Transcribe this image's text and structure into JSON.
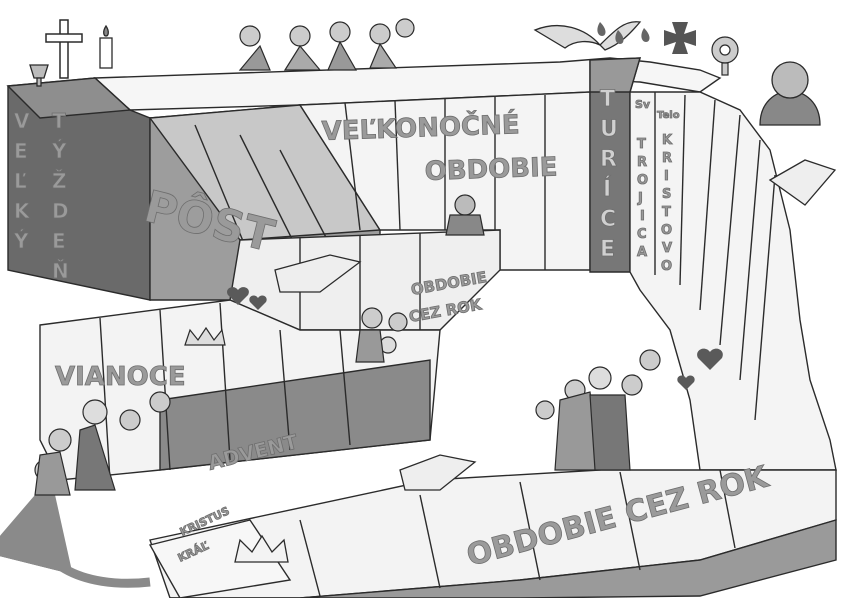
{
  "colors": {
    "paper": "#ffffff",
    "ink": "#2b2b2b",
    "step_light": "#f1f1f1",
    "step_mid": "#bdbdbd",
    "step_dark": "#7a7a7a",
    "step_darker": "#5e5e5e",
    "label_fill": "#9a9a9a",
    "label_stroke": "#6e6e6e",
    "heart": "#5a5a5a"
  },
  "seasons": {
    "velky_tyzden_col1": [
      "V",
      "E",
      "Ľ",
      "K",
      "Ý"
    ],
    "velky_tyzden_col2": [
      "T",
      "Ý",
      "Ž",
      "D",
      "E",
      "Ň"
    ],
    "post": "PÔST",
    "velkonocne_line1": "VEĽKONOČNÉ",
    "velkonocne_line2": "OBDOBIE",
    "turice": [
      "T",
      "U",
      "R",
      "Í",
      "C",
      "E"
    ],
    "sv": "Sv",
    "trojica": [
      "T",
      "R",
      "O",
      "J",
      "I",
      "C",
      "A"
    ],
    "telo": "Telo",
    "kristovo": [
      "K",
      "R",
      "I",
      "S",
      "T",
      "O",
      "V",
      "O"
    ],
    "obdobie_cez_rok_upper_line1": "OBDOBIE",
    "obdobie_cez_rok_upper_line2": "CEZ ROK",
    "vianoce": "VIANOCE",
    "advent": "ADVENT",
    "obdobie_cez_rok_lower": "OBDOBIE CEZ ROK",
    "kristus": "KRISTUS",
    "kral": "KRÁĽ"
  },
  "icons": [
    "cross-icon",
    "candle-icon",
    "chalice-icon",
    "dove-icon",
    "flames-icon",
    "maltese-cross-icon",
    "monstrance-icon",
    "jesus-figure-icon",
    "open-book-icon",
    "crown-icon",
    "heart-icon",
    "cycle-arrow-icon",
    "people-group-icon",
    "holy-family-icon"
  ]
}
